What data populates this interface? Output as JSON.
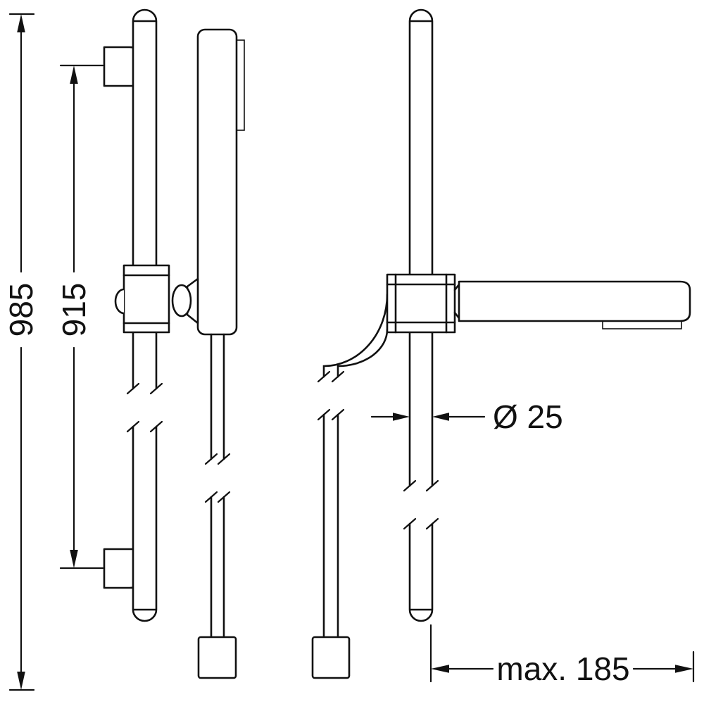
{
  "dimensions": {
    "overall_height": "985",
    "bar_height": "915",
    "diameter": "Ø 25",
    "max_reach": "max. 185"
  }
}
